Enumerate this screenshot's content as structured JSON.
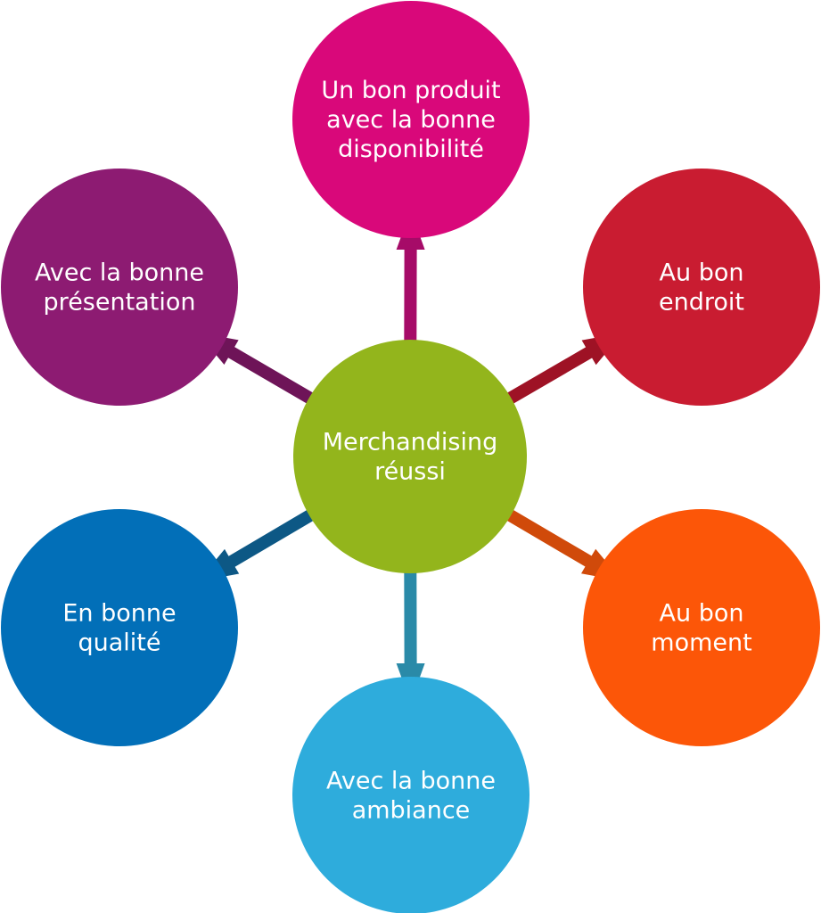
{
  "center": {
    "lines": [
      "Merchandising",
      "réussi"
    ],
    "color": "#93b51c"
  },
  "nodes": [
    {
      "id": "top",
      "lines": [
        "Un bon produit",
        "avec la bonne",
        "disponibilité"
      ],
      "color": "#d9087a",
      "arrow_color": "#a60b68"
    },
    {
      "id": "upper-right",
      "lines": [
        "Au bon",
        "endroit"
      ],
      "color": "#c91c31",
      "arrow_color": "#9e1225"
    },
    {
      "id": "lower-right",
      "lines": [
        "Au bon",
        "moment"
      ],
      "color": "#fc5608",
      "arrow_color": "#d04a0a"
    },
    {
      "id": "bottom",
      "lines": [
        "Avec la bonne",
        "ambiance"
      ],
      "color": "#2eacdc",
      "arrow_color": "#2a8aa8"
    },
    {
      "id": "lower-left",
      "lines": [
        "En bonne",
        "qualité"
      ],
      "color": "#026fb8",
      "arrow_color": "#0d5885"
    },
    {
      "id": "upper-left",
      "lines": [
        "Avec la bonne",
        "présentation"
      ],
      "color": "#8d1b72",
      "arrow_color": "#6e1458"
    }
  ]
}
